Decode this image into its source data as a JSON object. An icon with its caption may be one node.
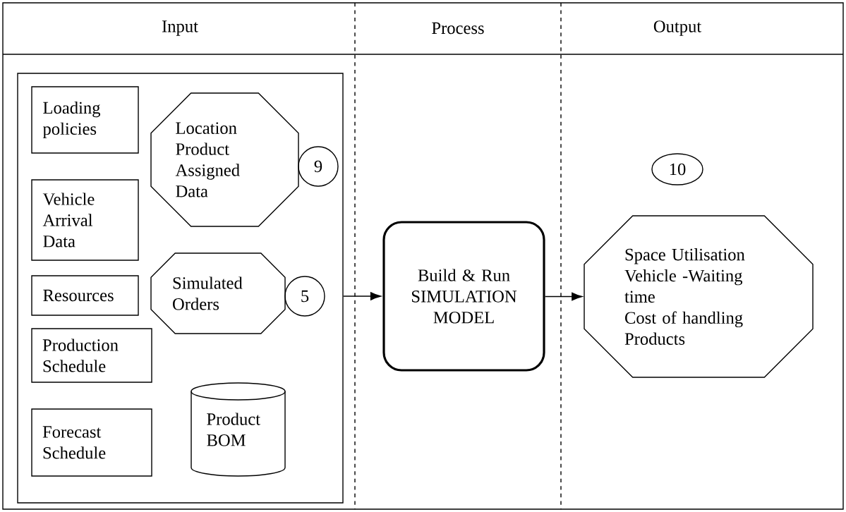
{
  "diagram": {
    "nodes": [
      {
        "text": [],
        "shape": "box"
      },
      {
        "text": [
          "Loading policies"
        ],
        "in": 0
      },
      {
        "text": [
          "Location Product Assigned Data"
        ],
        "in": 0
      },
      {
        "text": [
          "9"
        ],
        "in": 0
      },
      {
        "text": [
          "Vehicle Arrival Data"
        ],
        "in": 0
      },
      {
        "text": [
          "Simulated Orders"
        ],
        "in": 0
      },
      {
        "text": [
          "5"
        ],
        "in": 0
      },
      {
        "text": [
          "Resources"
        ],
        "in": 0
      },
      {
        "text": [
          "Production Schedule"
        ],
        "in": 0
      },
      {
        "text": [
          "Product BOM"
        ],
        "in": 0
      },
      {
        "text": [
          "Forecast Schedule"
        ],
        "in": 0
      },
      {
        "text": [
          "Build & Run SIMULATION MODEL"
        ]
      },
      {
        "text": [
          "10"
        ]
      },
      {
        "text": [
          "Space Utilisation",
          "Vehicle -Waiting time",
          "Cost of handling Products"
        ]
      }
    ],
    "edges": [
      {
        "from": 0,
        "to": 11,
        "arrow": "to"
      },
      {
        "from": 11,
        "to": 13,
        "arrow": "to"
      }
    ],
    "labels": [
      "Input",
      "Process",
      "Output"
    ]
  }
}
